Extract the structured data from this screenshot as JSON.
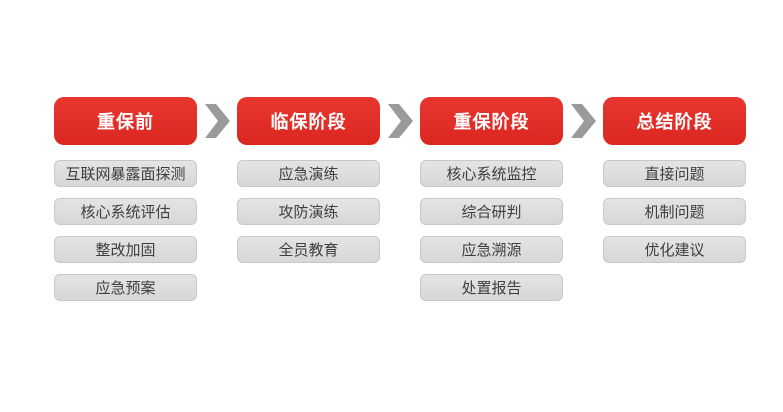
{
  "colors": {
    "phase_header_red": "#e02c26",
    "arrow_gray": "#9a9a9a",
    "item_background": "#dcdcdc",
    "item_border": "#c8c8c8",
    "item_text": "#3e3e3e",
    "header_text": "#ffffff"
  },
  "icons": {
    "between_phases": "chevron-right-icon"
  },
  "phases": [
    {
      "label": "重保前",
      "items": [
        "互联网暴露面探测",
        "核心系统评估",
        "整改加固",
        "应急预案"
      ]
    },
    {
      "label": "临保阶段",
      "items": [
        "应急演练",
        "攻防演练",
        "全员教育"
      ]
    },
    {
      "label": "重保阶段",
      "items": [
        "核心系统监控",
        "综合研判",
        "应急溯源",
        "处置报告"
      ]
    },
    {
      "label": "总结阶段",
      "items": [
        "直接问题",
        "机制问题",
        "优化建议"
      ]
    }
  ]
}
